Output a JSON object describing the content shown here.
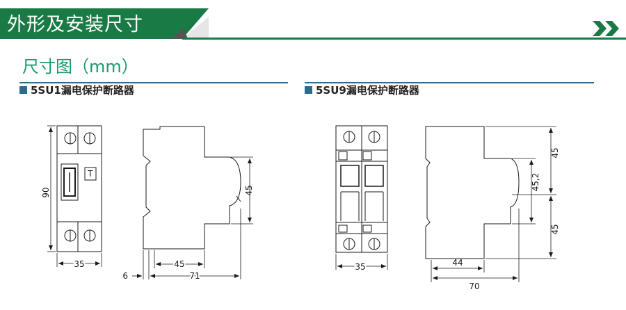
{
  "header": {
    "title": "外形及安装尺寸",
    "bar_color": "#1a7a45",
    "accent_color": "#1f6e3f"
  },
  "section": {
    "title": "尺寸图（mm）"
  },
  "products": [
    {
      "name": "5SU1漏电保护断路器",
      "front_dims": {
        "height": "90",
        "width": "35"
      },
      "side_dims": {
        "height": "45",
        "depth_inner": "45",
        "depth_total": "71",
        "offset": "6"
      },
      "test_button": "T"
    },
    {
      "name": "5SU9漏电保护断路器",
      "front_dims": {
        "width": "35"
      },
      "side_dims": {
        "upper": "45",
        "middle": "45,2",
        "lower": "45",
        "depth_inner": "44",
        "depth_total": "70"
      }
    }
  ],
  "icons": {
    "next": "double-chevron-right-icon"
  }
}
